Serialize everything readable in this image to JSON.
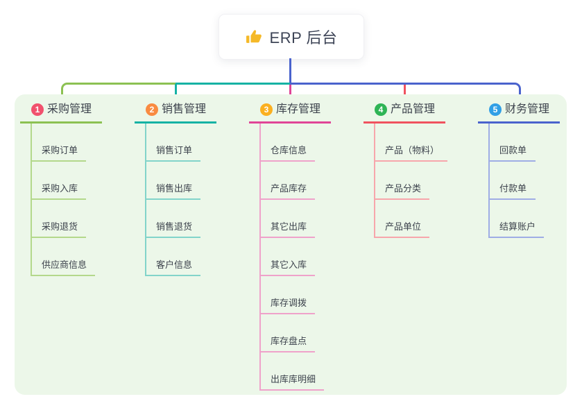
{
  "root_node": {
    "title": "ERP 后台",
    "icon": "thumbs-up-icon"
  },
  "colors": {
    "canvas_bg": "#ffffff",
    "panel_bg": "#ecf7e9",
    "text_dark": "#3d434d",
    "title_text": "#3d4456",
    "trunk": "#4a63cd",
    "line_1": "#8cc152",
    "line_1_soft": "#b3d88b",
    "badge_1": "#f1516d",
    "line_2": "#15b2a4",
    "line_2_soft": "#82d4ca",
    "badge_2": "#f98b41",
    "line_3": "#e04597",
    "line_3_soft": "#efa2ca",
    "badge_3": "#fbb020",
    "line_4": "#f0525f",
    "line_4_soft": "#f7a6ab",
    "badge_4": "#2eb455",
    "line_5": "#4a63cd",
    "line_5_soft": "#9fade5",
    "badge_5": "#319fe6"
  },
  "columns": [
    {
      "number": "1",
      "title": "采购管理",
      "items": [
        "采购订单",
        "采购入库",
        "采购退货",
        "供应商信息"
      ]
    },
    {
      "number": "2",
      "title": "销售管理",
      "items": [
        "销售订单",
        "销售出库",
        "销售退货",
        "客户信息"
      ]
    },
    {
      "number": "3",
      "title": "库存管理",
      "items": [
        "仓库信息",
        "产品库存",
        "其它出库",
        "其它入库",
        "库存调拨",
        "库存盘点",
        "出库库明细"
      ]
    },
    {
      "number": "4",
      "title": "产品管理",
      "items": [
        "产品（物料）",
        "产品分类",
        "产品单位"
      ]
    },
    {
      "number": "5",
      "title": "财务管理",
      "items": [
        "回款单",
        "付款单",
        "结算账户"
      ]
    }
  ]
}
